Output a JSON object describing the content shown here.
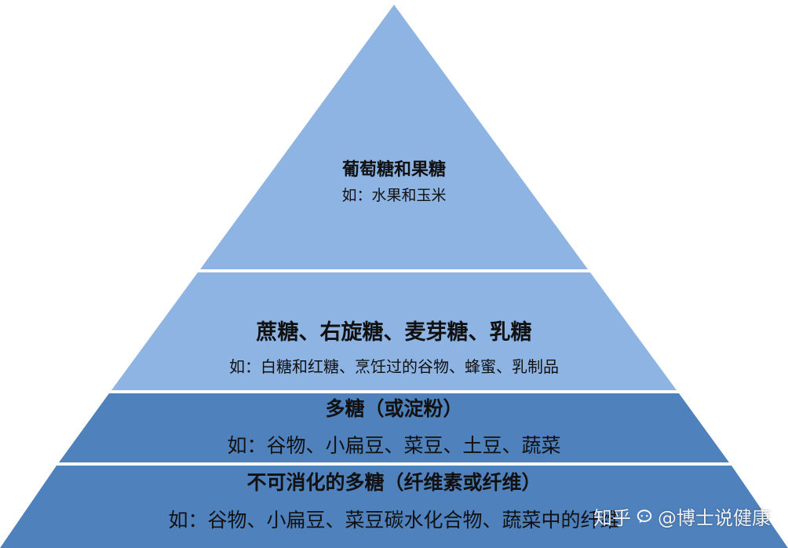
{
  "colors": {
    "tier_top": "#8EB4E3",
    "tier_second": "#8EB4E3",
    "tier_third": "#4F81BD",
    "tier_bottom": "#4F81BD",
    "separator": "#ffffff",
    "text": "#111111"
  },
  "tiers": [
    {
      "title": "葡萄糖和果糖",
      "subtitle": "如：水果和玉米"
    },
    {
      "title": "蔗糖、右旋糖、麦芽糖、乳糖",
      "subtitle": "如：白糖和红糖、烹饪过的谷物、蜂蜜、乳制品"
    },
    {
      "title": "多糖（或淀粉）",
      "subtitle": "如：谷物、小扁豆、菜豆、土豆、蔬菜"
    },
    {
      "title": "不可消化的多糖（纤维素或纤维）",
      "subtitle": "如：谷物、小扁豆、菜豆碳水化合物、蔬菜中的纤维"
    }
  ],
  "watermark": {
    "site": "知乎",
    "author": "@博士说健康"
  },
  "icons": {
    "watermark": "chat-bubble-icon"
  }
}
